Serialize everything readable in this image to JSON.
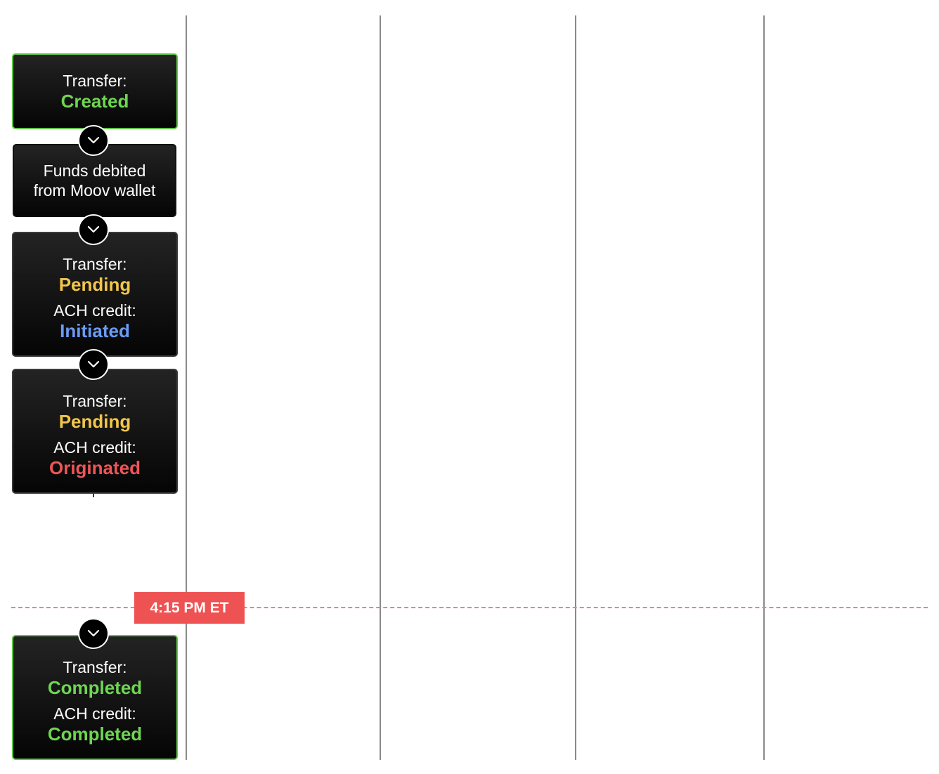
{
  "cards": {
    "created": {
      "label": "Transfer:",
      "status": "Created"
    },
    "debited": {
      "line1": "Funds debited",
      "line2": "from Moov wallet"
    },
    "pending_initiated": {
      "label1": "Transfer:",
      "status1": "Pending",
      "label2": "ACH credit:",
      "status2": "Initiated"
    },
    "pending_originated": {
      "label1": "Transfer:",
      "status1": "Pending",
      "label2": "ACH credit:",
      "status2": "Originated"
    },
    "completed": {
      "label1": "Transfer:",
      "status1": "Completed",
      "label2": "ACH credit:",
      "status2": "Completed"
    }
  },
  "cutoff": {
    "label": "4:15 PM ET"
  },
  "colors": {
    "green": "#6fd552",
    "yellow": "#f2c64b",
    "blue": "#6a9bf5",
    "red": "#ef5556",
    "cutoff": "#ee5253"
  },
  "icons": {
    "connector": "chevron-down-icon"
  }
}
